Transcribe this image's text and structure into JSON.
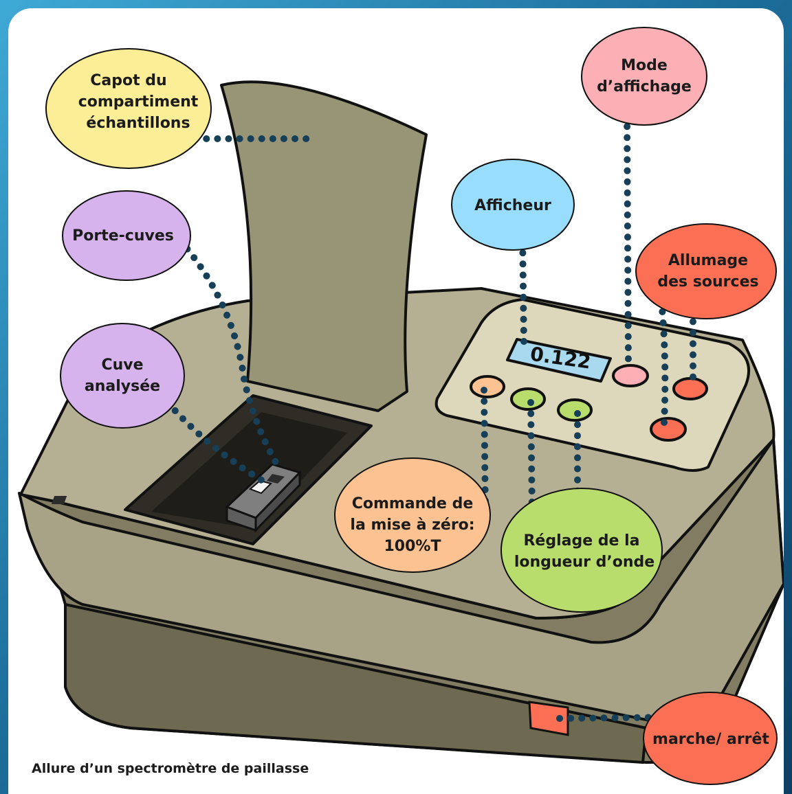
{
  "caption": "Allure d’un spectromètre de paillasse",
  "display_value": "0.122",
  "labels": {
    "capot": [
      "Capot du",
      "compartiment",
      "échantillons"
    ],
    "porte_cuves": [
      "Porte-cuves"
    ],
    "cuve": [
      "Cuve",
      "analysée"
    ],
    "afficheur": [
      "Afficheur"
    ],
    "mode": [
      "Mode",
      "d’affichage"
    ],
    "allumage": [
      "Allumage",
      "des sources"
    ],
    "mise_a_zero": [
      "Commande de",
      "la mise à zéro:",
      "100%T"
    ],
    "reglage": [
      "Réglage de la",
      "longueur d’onde"
    ],
    "marche": [
      "marche/ arrêt"
    ]
  },
  "colors": {
    "body": "#b5b093",
    "body_dark": "#827d62",
    "lid": "#989577",
    "panel": "#ddd8bb",
    "leader": "#173f57",
    "yellow": "#fcee96",
    "purple": "#d6b3ec",
    "blue": "#99ddfc",
    "pink": "#fcb0b6",
    "red": "#fb6f55",
    "orange": "#fcc291",
    "green": "#b9dd6c"
  }
}
